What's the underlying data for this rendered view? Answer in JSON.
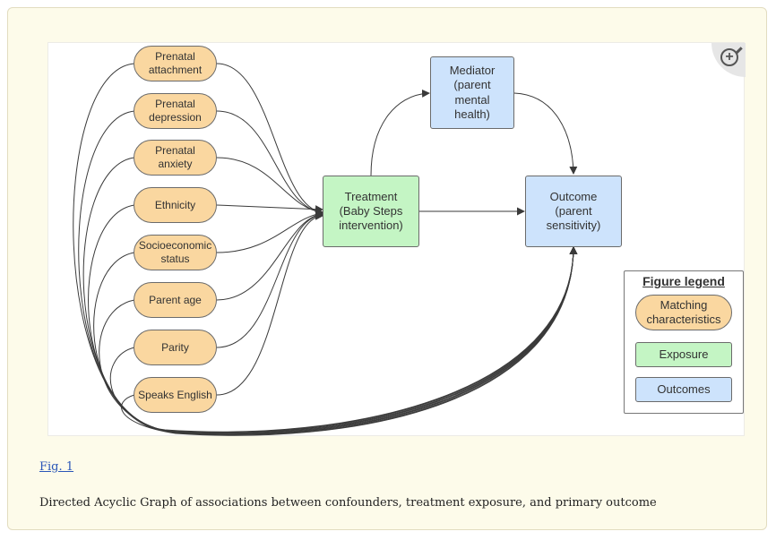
{
  "figure": {
    "link_label": "Fig. 1",
    "caption": "Directed Acyclic Graph of associations between confounders, treatment exposure, and primary outcome"
  },
  "diagram": {
    "confounders": [
      "Prenatal attachment",
      "Prenatal depression",
      "Prenatal anxiety",
      "Ethnicity",
      "Socioeconomic status",
      "Parent age",
      "Parity",
      "Speaks English"
    ],
    "treatment": "Treatment (Baby Steps intervention)",
    "mediator": "Mediator (parent mental health)",
    "outcome": "Outcome (parent sensitivity)",
    "legend": {
      "title": "Figure legend",
      "matching": "Matching characteristics",
      "exposure": "Exposure",
      "outcomes": "Outcomes"
    },
    "colors": {
      "confounder_fill": "#fad7a0",
      "exposure_fill": "#c4f5c4",
      "outcome_fill": "#cde3fc",
      "edge": "#3a3a3a"
    }
  }
}
